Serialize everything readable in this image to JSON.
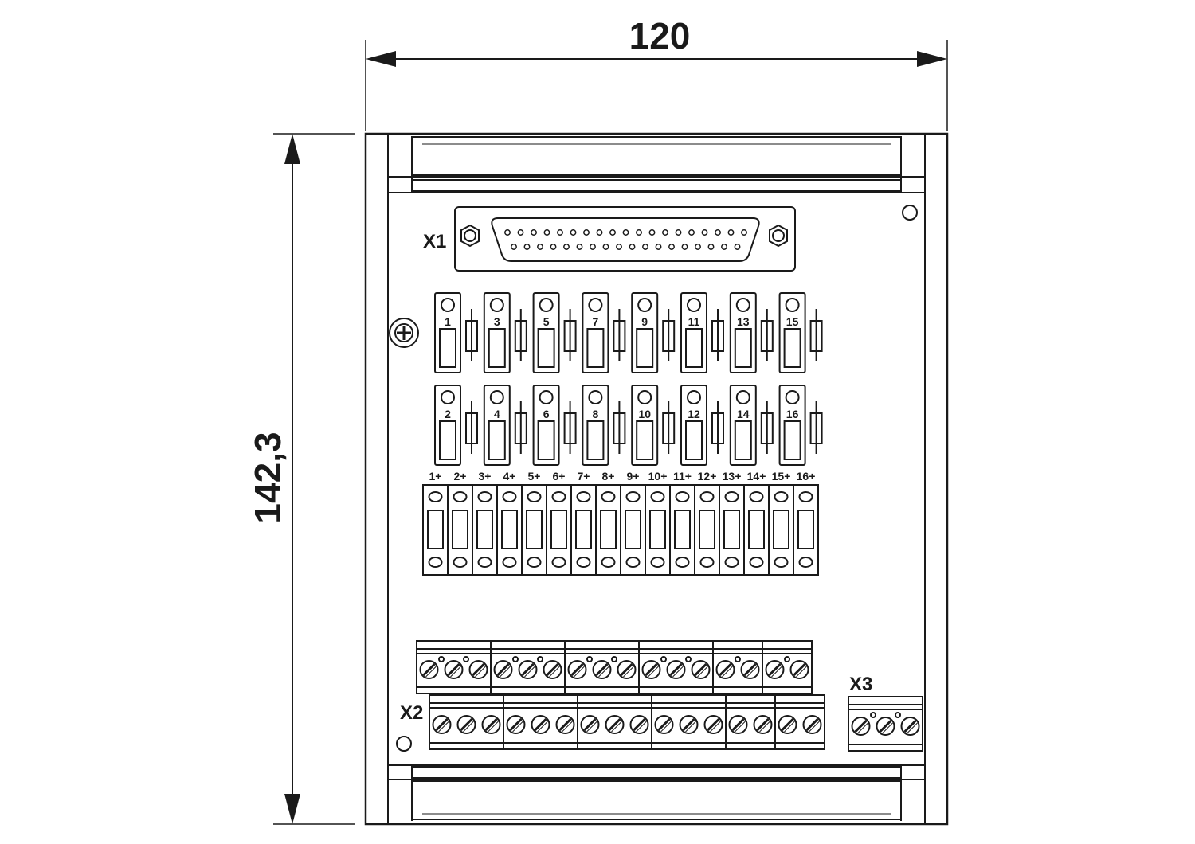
{
  "dimensions": {
    "width_label": "120",
    "height_label": "142,3"
  },
  "labels": {
    "x1": "X1",
    "x2": "X2",
    "x3": "X3"
  },
  "relays_top": [
    "1",
    "3",
    "5",
    "7",
    "9",
    "11",
    "13",
    "15"
  ],
  "relays_bottom": [
    "2",
    "4",
    "6",
    "8",
    "10",
    "12",
    "14",
    "16"
  ],
  "terminal_labels": [
    "1+",
    "2+",
    "3+",
    "4+",
    "5+",
    "6+",
    "7+",
    "8+",
    "9+",
    "10+",
    "11+",
    "12+",
    "13+",
    "14+",
    "15+",
    "16+"
  ],
  "colors": {
    "line": "#1a1a1a",
    "background": "#ffffff"
  }
}
